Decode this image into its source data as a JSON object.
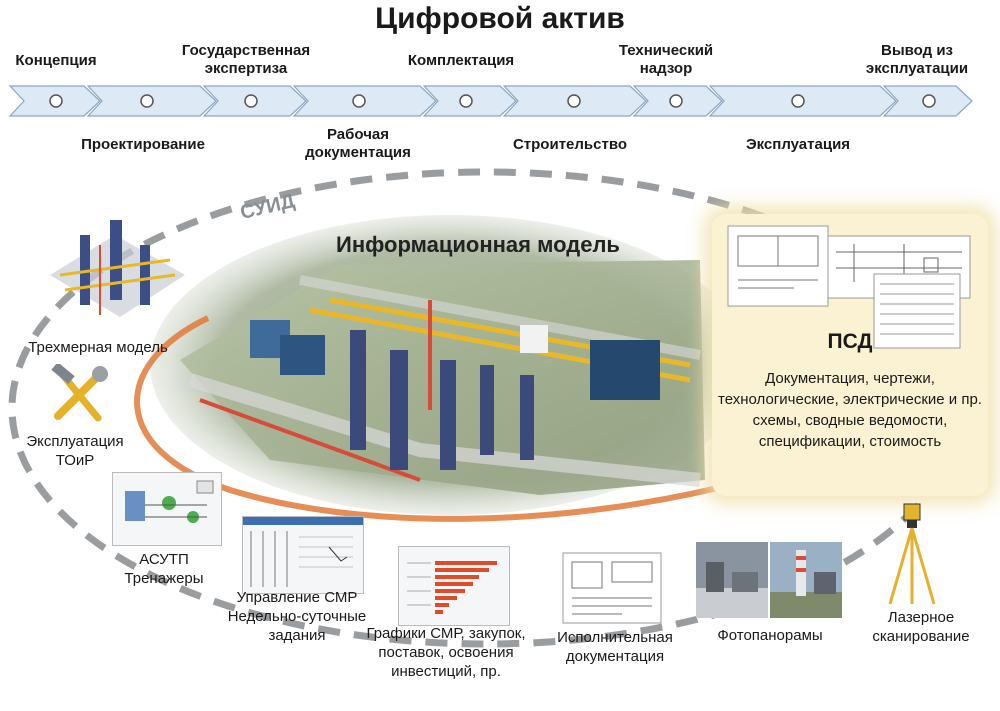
{
  "title": "Цифровой актив",
  "timeline": {
    "top_labels": [
      "Концепция",
      "Государственная экспертиза",
      "Комплектация",
      "Технический надзор",
      "Вывод из эксплуатации"
    ],
    "bottom_labels": [
      "Проектирование",
      "Рабочая документация",
      "Строительство",
      "Эксплуатация"
    ],
    "stage_count": 9
  },
  "model": {
    "suid_label": "СУИД",
    "info_model_title": "Информационная модель"
  },
  "psd": {
    "title": "ПСД",
    "description": "Документация, чертежи, технологические, электрические и пр. схемы, сводные ведомости, спецификации, стоимость"
  },
  "items": {
    "model_3d": "Трехмерная модель",
    "toir": "Эксплуатация ТОиР",
    "asutp": "АСУТП Тренажеры",
    "smr": "Управление СМР Недельно-суточные задания",
    "graphs": "Графики СМР, закупок, поставок, освоения инвестиций, пр.",
    "docs": "Исполнительная документация",
    "photo": "Фотопанорамы",
    "laser": "Лазерное сканирование"
  },
  "colors": {
    "arrow_fill": "#dde9f4",
    "arrow_stroke": "#8aa6c2",
    "orange_arc": "#e07a3a",
    "dashed_ellipse": "#9a9da0",
    "psd_bg": "#fbf2d3"
  }
}
